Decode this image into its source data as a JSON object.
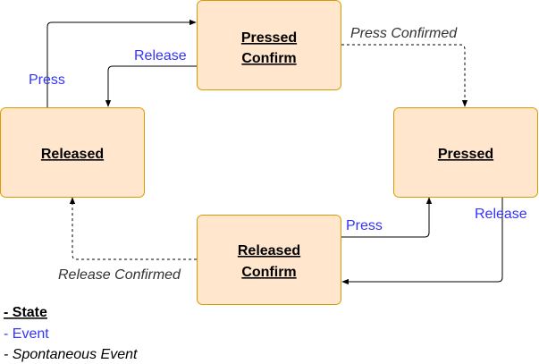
{
  "states": {
    "pressed_confirm": {
      "line1": "Pressed",
      "line2": "Confirm"
    },
    "released": {
      "label": "Released"
    },
    "pressed": {
      "label": "Pressed"
    },
    "released_confirm": {
      "line1": "Released",
      "line2": "Confirm"
    }
  },
  "events": {
    "press_top": "Press",
    "release_top": "Release",
    "press_bottom": "Press",
    "release_right": "Release"
  },
  "spontaneous": {
    "press_confirmed": "Press Confirmed",
    "release_confirmed": "Release Confirmed"
  },
  "legend": {
    "state": "- State",
    "event": "- Event",
    "spontaneous": "- Spontaneous Event"
  },
  "colors": {
    "state_fill": "#ffe6cc",
    "state_border": "#d79b00",
    "event_text": "#3333ff",
    "edge": "#000000"
  }
}
